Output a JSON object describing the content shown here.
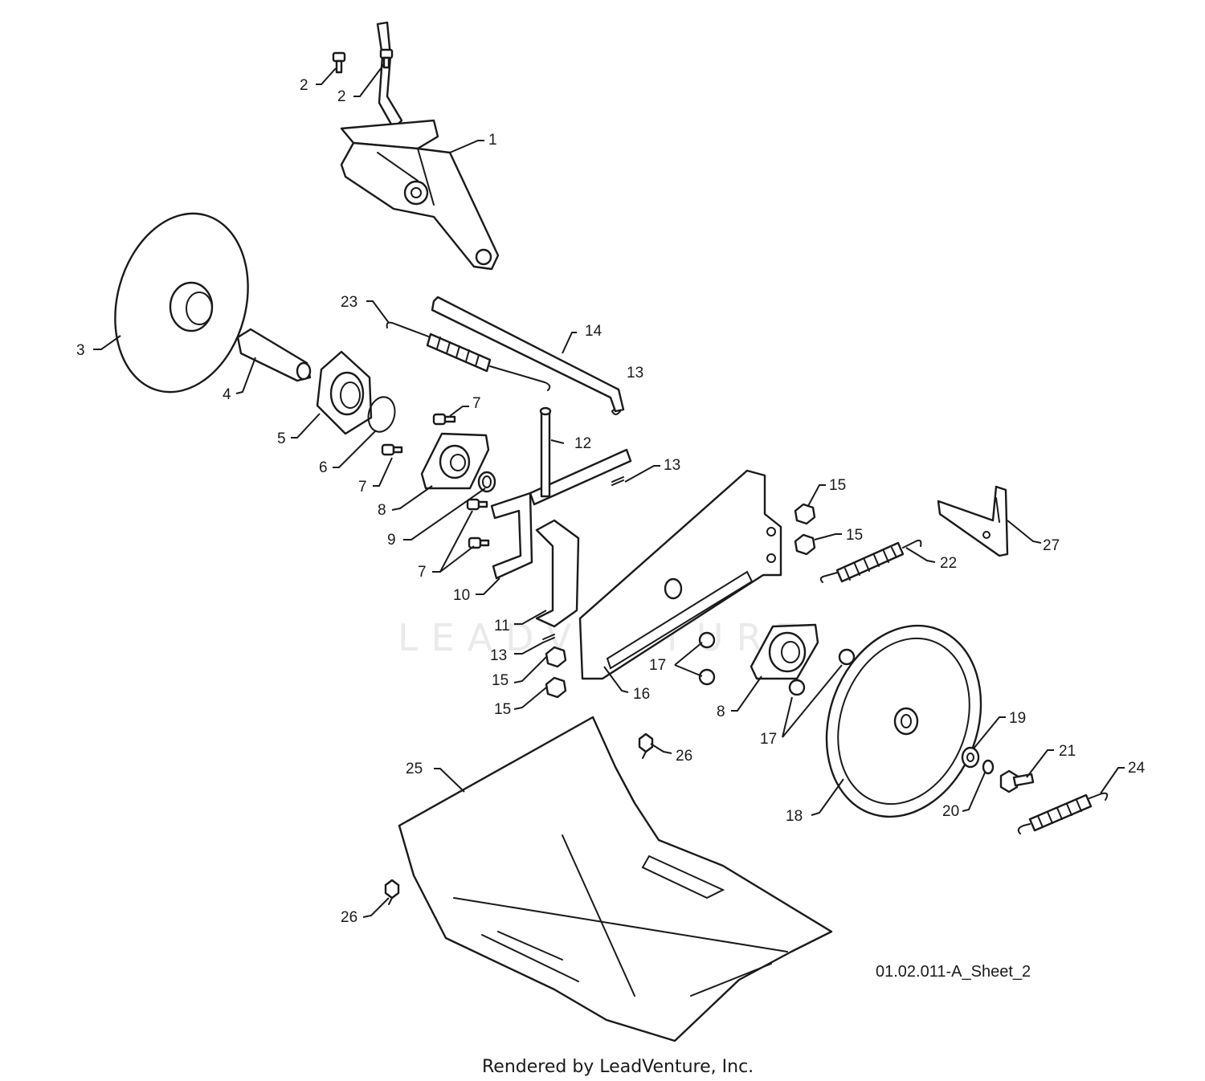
{
  "diagram": {
    "sheet_id": "01.02.011-A_Sheet_2",
    "footer": "Rendered by LeadVenture, Inc.",
    "watermark": "LEADVENTURE"
  },
  "callouts": [
    {
      "key": "c2a",
      "label": "2"
    },
    {
      "key": "c2b",
      "label": "2"
    },
    {
      "key": "c1",
      "label": "1"
    },
    {
      "key": "c3",
      "label": "3"
    },
    {
      "key": "c4",
      "label": "4"
    },
    {
      "key": "c5",
      "label": "5"
    },
    {
      "key": "c6",
      "label": "6"
    },
    {
      "key": "c7a",
      "label": "7"
    },
    {
      "key": "c7b",
      "label": "7"
    },
    {
      "key": "c7c",
      "label": "7"
    },
    {
      "key": "c8a",
      "label": "8"
    },
    {
      "key": "c8b",
      "label": "8"
    },
    {
      "key": "c9",
      "label": "9"
    },
    {
      "key": "c10",
      "label": "10"
    },
    {
      "key": "c11",
      "label": "11"
    },
    {
      "key": "c12",
      "label": "12"
    },
    {
      "key": "c13a",
      "label": "13"
    },
    {
      "key": "c13b",
      "label": "13"
    },
    {
      "key": "c13c",
      "label": "13"
    },
    {
      "key": "c14",
      "label": "14"
    },
    {
      "key": "c15a",
      "label": "15"
    },
    {
      "key": "c15b",
      "label": "15"
    },
    {
      "key": "c15c",
      "label": "15"
    },
    {
      "key": "c15d",
      "label": "15"
    },
    {
      "key": "c16",
      "label": "16"
    },
    {
      "key": "c17a",
      "label": "17"
    },
    {
      "key": "c17b",
      "label": "17"
    },
    {
      "key": "c18",
      "label": "18"
    },
    {
      "key": "c19",
      "label": "19"
    },
    {
      "key": "c20",
      "label": "20"
    },
    {
      "key": "c21",
      "label": "21"
    },
    {
      "key": "c22",
      "label": "22"
    },
    {
      "key": "c23",
      "label": "23"
    },
    {
      "key": "c24",
      "label": "24"
    },
    {
      "key": "c25",
      "label": "25"
    },
    {
      "key": "c26a",
      "label": "26"
    },
    {
      "key": "c26b",
      "label": "26"
    },
    {
      "key": "c27",
      "label": "27"
    }
  ]
}
